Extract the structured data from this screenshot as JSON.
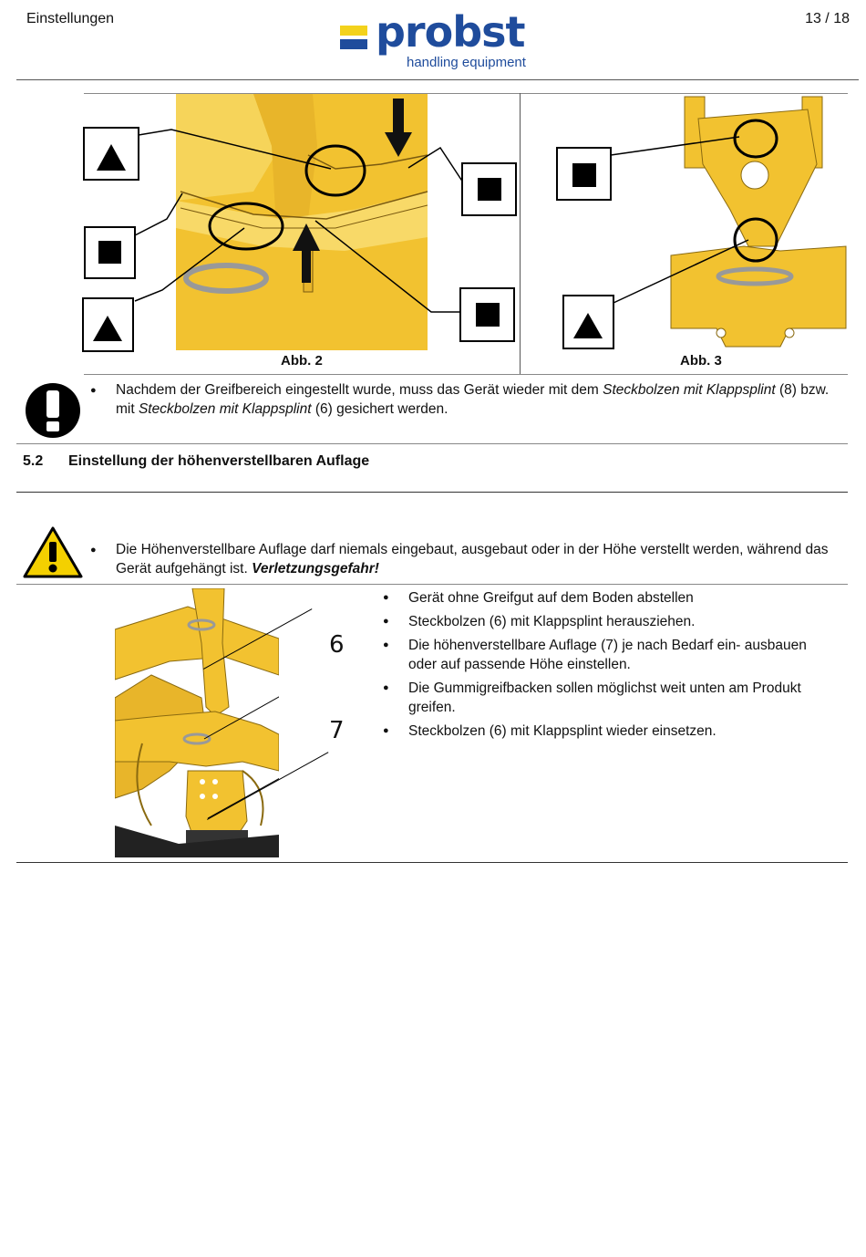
{
  "header": {
    "section": "Einstellungen",
    "page": "13 / 18",
    "logo_word": "probst",
    "logo_sub": "handling equipment"
  },
  "figures": {
    "abb2": "Abb. 2",
    "abb3": "Abb. 3"
  },
  "notice": {
    "prefix": "Nachdem der Greifbereich eingestellt wurde, muss das Gerät wieder mit dem ",
    "em1": "Steckbolzen mit Klappsplint",
    "mid": " (8) bzw. mit ",
    "em2": "Steckbolzen mit Klappsplint",
    "suffix": " (6) gesichert werden."
  },
  "section": {
    "number": "5.2",
    "title": "Einstellung der höhenverstellbaren Auflage"
  },
  "warning": {
    "text": "Die Höhenverstellbare Auflage darf niemals eingebaut, ausgebaut oder in der Höhe verstellt werden, während das Gerät aufgehängt ist. ",
    "emphasis": "Verletzungsgefahr!"
  },
  "figure_labels": [
    "6",
    "7"
  ],
  "steps": [
    "Gerät ohne Greifgut auf dem Boden abstellen",
    "Steckbolzen (6) mit Klappsplint herausziehen.",
    "Die höhenverstellbare Auflage (7) je nach Bedarf ein- ausbauen oder auf passende Höhe einstellen.",
    "Die Gummigreifbacken sollen möglichst weit unten am Produkt greifen.",
    "Steckbolzen (6) mit Klappsplint wieder einsetzen."
  ],
  "colors": {
    "brand_blue": "#1f4c9c",
    "brand_yellow": "#f3d21c",
    "machine_yellow": "#f2c230"
  }
}
